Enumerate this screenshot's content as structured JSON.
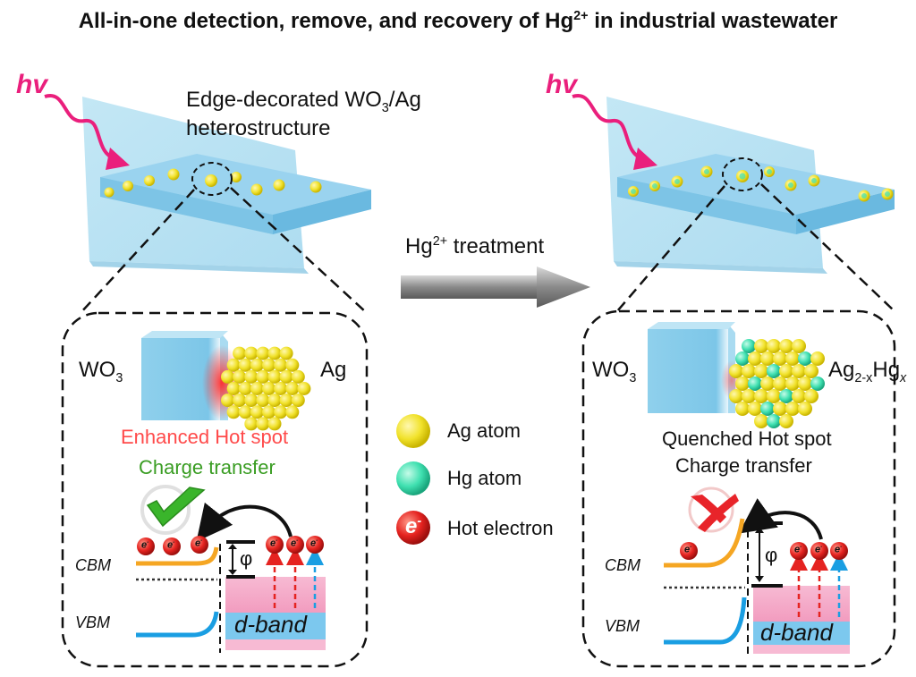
{
  "title": {
    "main": "All-in-one detection, remove, and recovery of  Hg",
    "sup": "2+",
    "tail": " in industrial wastewater"
  },
  "hv": "hv",
  "left": {
    "heading_line1_pre": "Edge-decorated WO",
    "heading_line1_sub": "3",
    "heading_line1_post": "/Ag",
    "heading_line2": "heterostructure",
    "wo3": "WO",
    "wo3_sub": "3",
    "metal": "Ag",
    "hotspot": "Enhanced Hot spot",
    "charge": "Charge transfer",
    "cbm": "CBM",
    "vbm": "VBM",
    "phi": "φ",
    "dband": "d-band"
  },
  "arrow": {
    "label_pre": "Hg",
    "label_sup": "2+",
    "label_post": " treatment"
  },
  "right": {
    "wo3": "WO",
    "wo3_sub": "3",
    "alloy_pre": "Ag",
    "alloy_sub1": "2-x",
    "alloy_mid": "Hg",
    "alloy_sub2": "x",
    "hotspot": "Quenched Hot spot",
    "charge": "Charge transfer",
    "cbm": "CBM",
    "vbm": "VBM",
    "phi": "φ",
    "dband": "d-band"
  },
  "legend": {
    "ag": "Ag atom",
    "hg": "Hg atom",
    "electron_symbol": "e",
    "electron_sup": "-",
    "electron": "Hot electron"
  },
  "colors": {
    "ag": "#f1e22b",
    "hg": "#3fe0b0",
    "electron": "#e52320",
    "hv": "#ea1f7c",
    "wo3": "#8fd0ec",
    "cbm": "#f5a623",
    "vbm": "#1a9ee2",
    "dband_pink": "#f4a6c6",
    "dband_blue": "#7cc8ee",
    "hot_red": "#ff4040",
    "green_text": "#3a9d23",
    "check": "#3ab52b",
    "cross": "#e8242a"
  }
}
